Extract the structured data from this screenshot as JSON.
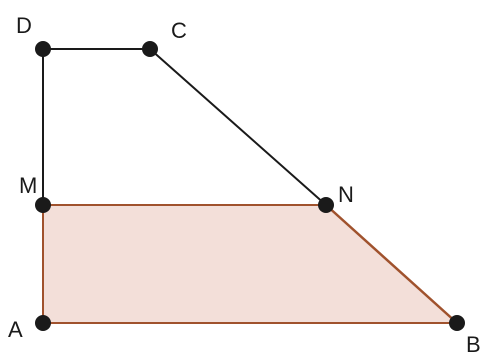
{
  "diagram": {
    "shaded_fill": "#f3dfd9",
    "shaded_edge_color": "#a0522d",
    "line_color": "#1a1a1a",
    "point_color": "#1a1a1a",
    "points": {
      "D": {
        "label": "D"
      },
      "C": {
        "label": "C"
      },
      "M": {
        "label": "M"
      },
      "N": {
        "label": "N"
      },
      "A": {
        "label": "A"
      },
      "B": {
        "label": "B"
      }
    },
    "segments": [
      {
        "from": "D",
        "to": "C",
        "style": "plain"
      },
      {
        "from": "D",
        "to": "M",
        "style": "plain"
      },
      {
        "from": "C",
        "to": "N",
        "style": "plain"
      },
      {
        "from": "M",
        "to": "N",
        "style": "shaded-edge"
      },
      {
        "from": "N",
        "to": "B",
        "style": "shaded-edge"
      },
      {
        "from": "B",
        "to": "A",
        "style": "shaded-edge"
      },
      {
        "from": "A",
        "to": "M",
        "style": "shaded-edge"
      }
    ],
    "shaded_region": [
      "A",
      "B",
      "N",
      "M"
    ]
  }
}
